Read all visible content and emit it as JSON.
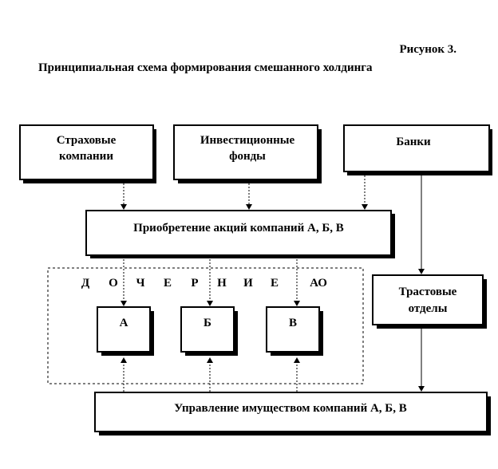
{
  "figure": {
    "caption": "Рисунок 3.",
    "title": "Принципиальная схема формирования смешанного холдинга"
  },
  "nodes": {
    "insurance": [
      "Страховые",
      "компании"
    ],
    "investment": [
      "Инвестиционные",
      "фонды"
    ],
    "banks": [
      "Банки"
    ],
    "acquisition": [
      "Приобретение акций компаний А, Б, В"
    ],
    "subsidiaries_label": {
      "letters": [
        "Д",
        "О",
        "Ч",
        "Е",
        "Р",
        "Н",
        "И",
        "Е"
      ],
      "suffix": "АО"
    },
    "company_a": [
      "А"
    ],
    "company_b": [
      "Б"
    ],
    "company_v": [
      "В"
    ],
    "trust": [
      "Трастовые",
      "отделы"
    ],
    "management": [
      "Управление имуществом компаний А, Б, В"
    ]
  }
}
